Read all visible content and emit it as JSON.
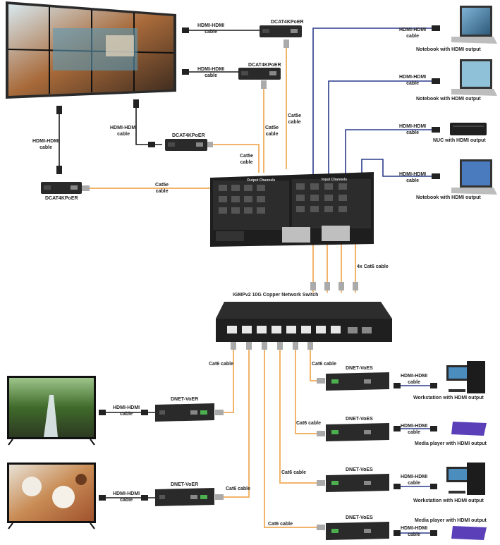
{
  "labels": {
    "hdmi_hdmi": "HDMI-HDMI",
    "cable": "cable",
    "cat5e": "Cat5e",
    "cat6_cable": "Cat6 cable",
    "cat6_4x": "4x Cat6 cable",
    "dcat4kpoer": "DCAT4KPoER",
    "dnet_voer": "DNET-VoER",
    "dnet_voes": "DNET-VoES",
    "switch": "IGMPv2 10G Copper Network Switch",
    "output_channels": "Output Channels",
    "input_channels": "Input Channels",
    "notebook": "Notebook with HDMI output",
    "nuc": "NUC with HDMI output",
    "workstation": "Workstation with HDMI output",
    "media_player": "Media player with HDMI output"
  },
  "colors": {
    "hdmi_cable": "#1a1a1a",
    "blue_cable": "#2b3b8c",
    "orange_cable": "#f2b46b",
    "device_dark": "#2a2a2a",
    "media_player_purple": "#5a3fb8"
  },
  "icons": [
    "video-wall",
    "tv-waterfall",
    "tv-food",
    "notebook",
    "nuc",
    "workstation",
    "media-player",
    "matrix-chassis",
    "network-switch"
  ]
}
